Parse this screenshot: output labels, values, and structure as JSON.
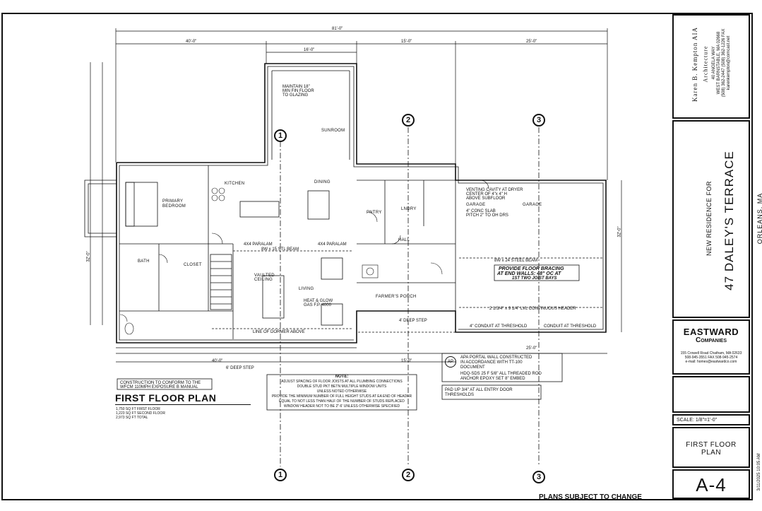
{
  "title_block": {
    "architect_name": "Karen B. Kempton AIA",
    "architect_subtitle": "Architecture",
    "address_line1": "40 ANGELA WAY",
    "address_line2": "WEST BARNSTABLE, MA 02668",
    "phone": "(508) 362-2447  (508) 362-1226 FAX",
    "email": "karenkempton@comcast.net",
    "project_prefix": "NEW RESIDENCE FOR",
    "project_name": "47 DALEY'S TERRACE",
    "project_location": "ORLEANS, MA",
    "company_name_1": "EASTWARD",
    "company_name_2": "Companies",
    "company_address": "155 Crowell Road  Chatham, MA 02633",
    "company_phone": "508-945-3551   FAX 508-945-2574",
    "company_email": "e-mail: homes@eastwardco.com",
    "scale": "SCALE:  1/8\"=1'-0\"",
    "sheet_title_1": "FIRST FLOOR",
    "sheet_title_2": "PLAN",
    "sheet_number": "A-4",
    "date_stamp": "3/11/2025 10:05 AM"
  },
  "plan": {
    "title": "FIRST FLOOR PLAN",
    "construction_note_1": "CONSTRUCTION TO CONFORM TO THE",
    "construction_note_2": "WFCM 110MPH EXPOSURE B MANUAL",
    "area_1": "1,750 SQ FT FIRST FLOOR",
    "area_2": "1,223 SQ FT SECOND FLOOR",
    "area_3": "2,973 SQ FT TOTAL",
    "footer": "PLANS SUBJECT TO CHANGE",
    "overall_dim": "81'-0\"",
    "dims_top": [
      "40'-0\"",
      "16'-0\"",
      "15'-0\"",
      "25'-0\""
    ],
    "dims_bottom": [
      "40'-0\"",
      "15'-0\"",
      "25'-0\""
    ],
    "dim_left": "32'-0\"",
    "dim_right": "32'-0\"",
    "grid_marks": [
      "1",
      "2",
      "3"
    ],
    "rooms": {
      "sunroom": "SUNROOM",
      "kitchen": "KITCHEN",
      "dining": "DINING",
      "primary_bedroom_1": "PRIMARY",
      "primary_bedroom_2": "BEDROOM",
      "pantry": "PNTRY",
      "laundry": "LNDRY",
      "hall": "HALL",
      "garage_1": "GARAGE",
      "garage_2": "GARAGE",
      "bath": "BATH",
      "closet": "CLOSET",
      "living": "LIVING",
      "farmers_porch": "FARMER'S PORCH",
      "vaulted_1": "VAULTED",
      "vaulted_2": "CEILING"
    },
    "beam_notes": {
      "steel_beam_1": "8W x 15 STL BEAM",
      "steel_beam_2": "8W x 24 STEEL BEAM",
      "parallam_1": "4X4 PARALAM",
      "parallam_2": "4X4 PARALAM",
      "lvl_header": "2 1/3/4\" x 9 1/4\" LVL CONTINUOUS HEADER",
      "dormer": "LINE OF DORMER ABOVE",
      "deep_step_1": "6' DEEP STEP",
      "deep_step_2": "4' DEEP STEP",
      "bracing_1": "PROVIDE FLOOR BRACING",
      "bracing_2": "AT END WALLS: 48\" OC AT",
      "bracing_3": "1ST TWO JOIST BAYS",
      "slab_1": "4\" CONC SLAB",
      "slab_2": "PITCH 2\" TO OH DRS",
      "heat_1": "HEAT & GLOW",
      "heat_2": "GAS F.P. 4000",
      "venting_1": "VENTING CAVITY AT DRYER",
      "venting_2": "CENTER OF 4\"x 4\" H",
      "venting_3": "ABOVE SUBFLOOR",
      "maintain_1": "MAINTAIN 18\"",
      "maintain_2": "MIN FIN FLOOR",
      "maintain_3": "TO GLAZING"
    },
    "notes_title": "NOTE:",
    "notes": [
      "ADJUST SPACING OF FLOOR JOISTS AT ALL PLUMBING CONNECTIONS",
      "DOUBLE STUD PKT BETN MULTIPLE WINDOW UNITS",
      "UNLESS NOTED OTHERWISE",
      "PROVIDE THE MINIMUM NUMBER OF FULL HEIGHT STUDS AT EA END OF HEADER",
      "EQUAL TO NOT LESS THAN HALF OF THE NUMBER OF STUDS REPLACED",
      "WINDOW HEADER NOT TO BE 2\"-6' UNLESS OTHERWISE SPECIFIED"
    ],
    "legend": {
      "symbol": "AP",
      "line1": "APA PORTAL WALL CONSTRUCTED",
      "line2": "IN ACCORDANCE WITH TT-100",
      "line3": "DOCUMENT",
      "line4": "HDQ-SDS 25 F 5/8\" ALL THREADED ROD",
      "line5": "ANCHOR EPOXY SET 8\" EMBED",
      "pad1": "PAD UP 3/4\" AT ALL ENTRY DOOR",
      "pad2": "THRESHOLDS"
    },
    "thresholds": [
      "4\" CONDUIT AT THRESHOLD",
      "CONDUIT AT THRESHOLD"
    ]
  },
  "colors": {
    "ink": "#111111",
    "paper": "#ffffff",
    "hatch": "#555555"
  }
}
